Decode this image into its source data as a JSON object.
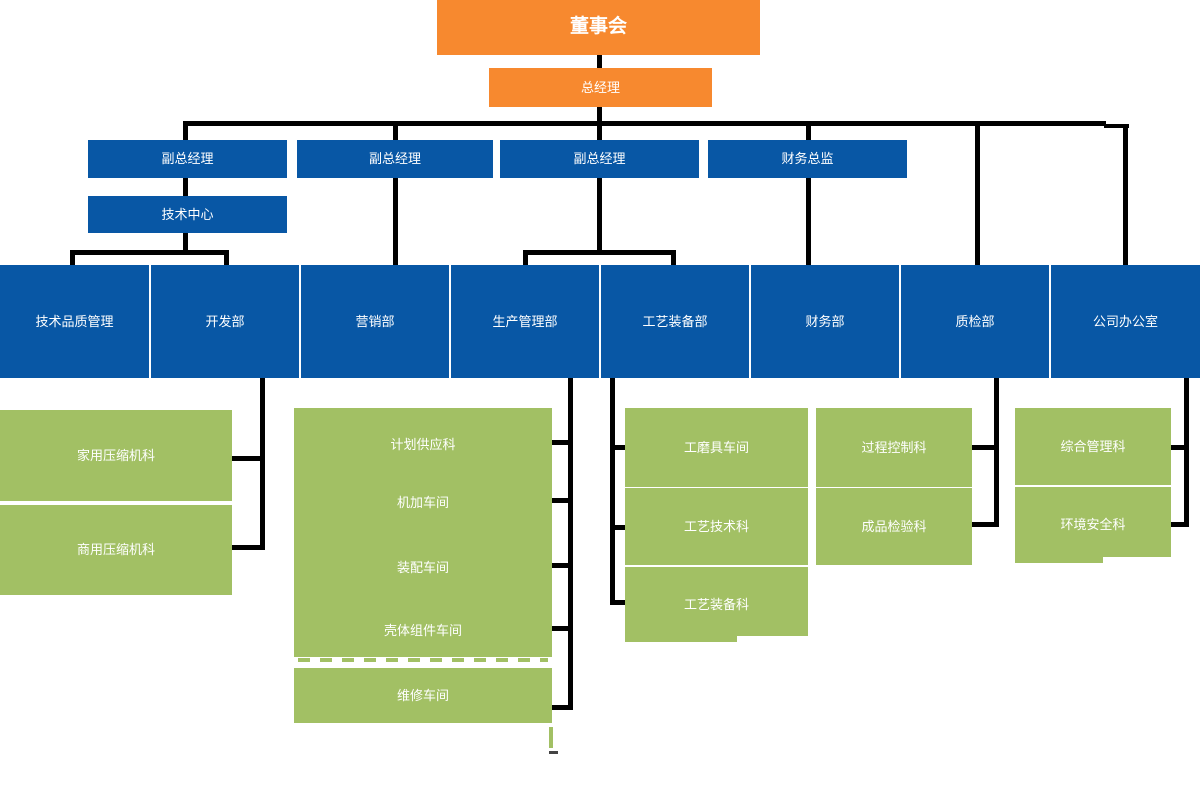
{
  "palette": {
    "executive_box": "#F7892F",
    "management_box": "#0857A5",
    "section_box": "#A2C064",
    "connector": "#000000",
    "label_text": "#FFFFFF",
    "background": "#FFFFFF"
  },
  "org": {
    "board": {
      "label": "董事会"
    },
    "general_manager": {
      "label": "总经理"
    },
    "executives": [
      {
        "label": "副总经理"
      },
      {
        "label": "副总经理"
      },
      {
        "label": "副总经理"
      },
      {
        "label": "财务总监"
      }
    ],
    "tech_center": {
      "label": "技术中心"
    },
    "departments": [
      {
        "label": "技术品质管理"
      },
      {
        "label": "开发部"
      },
      {
        "label": "营销部"
      },
      {
        "label": "生产管理部"
      },
      {
        "label": "工艺装备部"
      },
      {
        "label": "财务部"
      },
      {
        "label": "质检部"
      },
      {
        "label": "公司办公室"
      }
    ],
    "development_sections": [
      {
        "label": "家用压缩机科"
      },
      {
        "label": "商用压缩机科"
      }
    ],
    "production_sections": [
      {
        "label": "计划供应科"
      },
      {
        "label": "机加车间"
      },
      {
        "label": "装配车间"
      },
      {
        "label": "壳体组件车间"
      },
      {
        "label": "维修车间"
      }
    ],
    "process_equipment_sections": [
      {
        "label": "工磨具车间"
      },
      {
        "label": "工艺技术科"
      },
      {
        "label": "工艺装备科"
      }
    ],
    "quality_inspection_sections": [
      {
        "label": "过程控制科"
      },
      {
        "label": "成品检验科"
      }
    ],
    "office_sections": [
      {
        "label": "综合管理科"
      },
      {
        "label": "环境安全科"
      }
    ]
  }
}
